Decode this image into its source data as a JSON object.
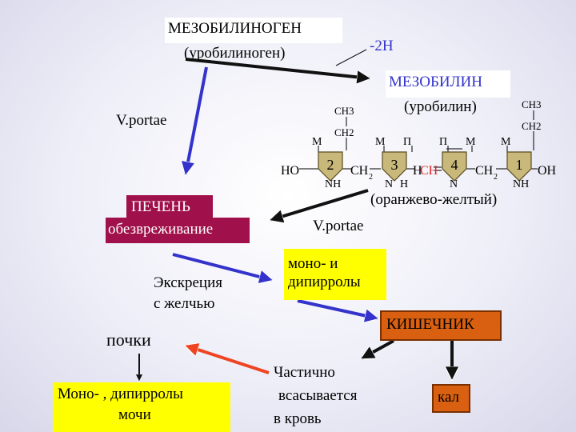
{
  "mesobilinogen": {
    "title": "МЕЗОБИЛИНОГЕН",
    "alt": "(уробилиноген)"
  },
  "minus_2h": "-2H",
  "mesobilin": {
    "title": "МЕЗОБИЛИН",
    "alt": "(уробилин)",
    "color_label": "(оранжево-желтый)"
  },
  "vportae_left": "V.portae",
  "vportae_right": "V.portae",
  "liver": {
    "title": "ПЕЧЕНЬ",
    "subtitle": "обезвреживание"
  },
  "excretion": {
    "line1": "Экскреция",
    "line2": "с желчью"
  },
  "pyrroles": {
    "line1": "моно- и",
    "line2": "дипирролы"
  },
  "intestine": "КИШЕЧНИК",
  "kidneys": "почки",
  "absorbed": {
    "line1": "Частично",
    "line2": "всасывается",
    "line3": "в кровь"
  },
  "urine": {
    "line1": "Моно- , дипирролы",
    "line2": "мочи"
  },
  "feces": "кал",
  "molecule": {
    "ch3": "CH3",
    "ch2": "CH2",
    "ring_numbers": [
      "2",
      "3",
      "4",
      "1"
    ],
    "m": "M",
    "p": "П",
    "ho": "HO",
    "oh": "OH",
    "nh": "NH",
    "n": "N",
    "h": "H",
    "ch_a": "CH",
    "ch_b": "CH",
    "ch_c": "CH",
    "ch2_sub": "2"
  },
  "colors": {
    "blue_arrow": "#3333cc",
    "red_arrow": "#ee4422",
    "liver_fill": "#a0104a",
    "yellow": "#ffff00",
    "orange": "#d86010",
    "pentagon": "#c8b87a"
  }
}
